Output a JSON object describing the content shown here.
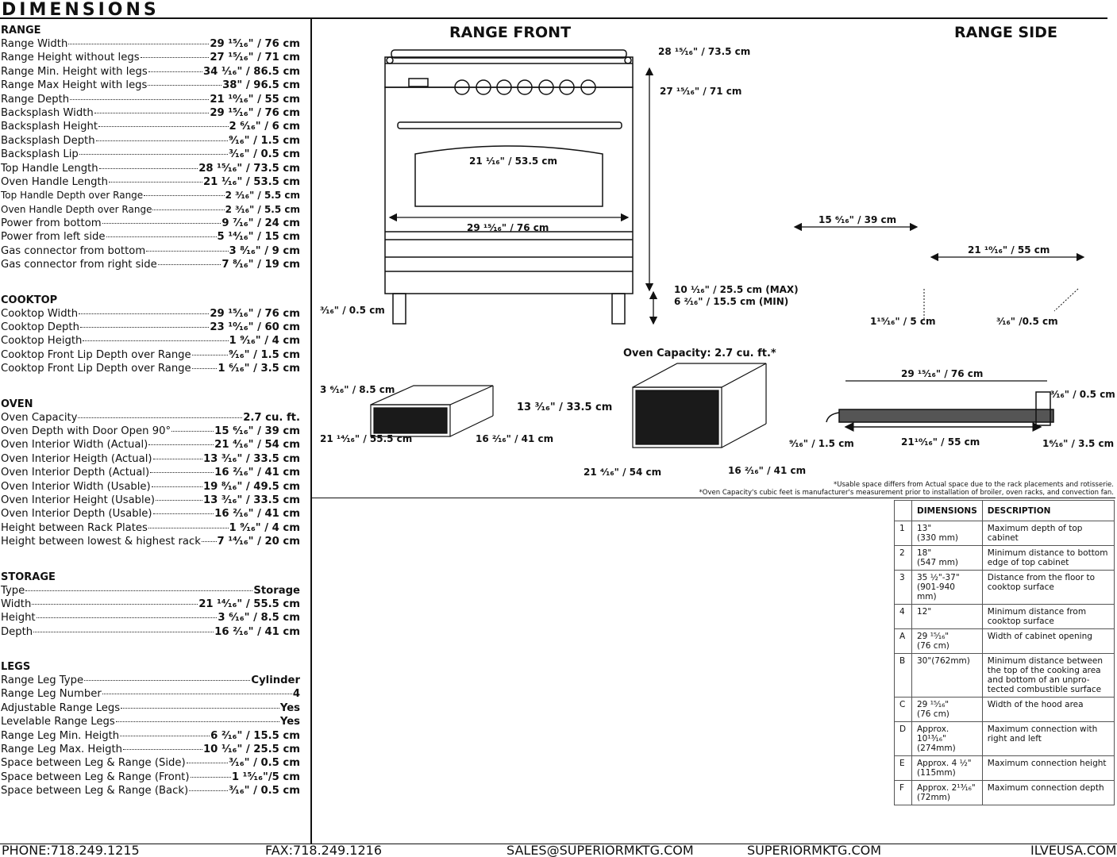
{
  "title": "DIMENSIONS",
  "sections": [
    {
      "title": "RANGE",
      "rows": [
        {
          "label": "Range Width",
          "value": "29 ¹⁵⁄₁₆\" / 76 cm"
        },
        {
          "label": "Range Height without legs",
          "value": "27 ¹⁵⁄₁₆\" / 71 cm"
        },
        {
          "label": "Range Min. Height with legs",
          "value": "34 ¹⁄₁₆\" / 86.5 cm"
        },
        {
          "label": "Range Max Height with legs",
          "value": "38\" / 96.5 cm"
        },
        {
          "label": "Range Depth",
          "value": "21 ¹⁰⁄₁₆\" / 55 cm"
        },
        {
          "label": "Backsplash Width",
          "value": "29 ¹⁵⁄₁₆\" / 76 cm"
        },
        {
          "label": "Backsplash Height",
          "value": "2 ⁶⁄₁₆\" / 6 cm"
        },
        {
          "label": "Backsplash Depth",
          "value": "⁹⁄₁₆\" / 1.5 cm"
        },
        {
          "label": "Backsplash Lip",
          "value": "³⁄₁₆\" / 0.5 cm"
        },
        {
          "label": "Top Handle Length",
          "value": "28 ¹⁵⁄₁₆\" / 73.5 cm"
        },
        {
          "label": "Oven Handle Length",
          "value": "21 ¹⁄₁₆\" / 53.5 cm"
        },
        {
          "label": "Top Handle Depth over Range",
          "value": "2 ³⁄₁₆\" / 5.5 cm",
          "small": true
        },
        {
          "label": "Oven Handle Depth over Range",
          "value": "2 ³⁄₁₆\" / 5.5 cm",
          "small": true
        },
        {
          "label": "Power from bottom",
          "value": "9 ⁷⁄₁₆\" / 24 cm"
        },
        {
          "label": "Power from left side",
          "value": "5 ¹⁴⁄₁₆\" / 15 cm"
        },
        {
          "label": "Gas connector from bottom",
          "value": "3 ⁸⁄₁₆\" / 9 cm"
        },
        {
          "label": "Gas connector from right side",
          "value": "7 ⁸⁄₁₆\" / 19 cm"
        }
      ]
    },
    {
      "title": "COOKTOP",
      "rows": [
        {
          "label": "Cooktop Width",
          "value": "29 ¹⁵⁄₁₆\" / 76 cm"
        },
        {
          "label": "Cooktop Depth",
          "value": "23 ¹⁰⁄₁₆\" / 60 cm"
        },
        {
          "label": "Cooktop Heigth",
          "value": "1 ⁹⁄₁₆\" / 4 cm"
        },
        {
          "label": "Cooktop Front Lip Depth over Range",
          "value": "⁹⁄₁₆\" / 1.5 cm"
        },
        {
          "label": "Cooktop Front Lip Depth over Range",
          "value": "1 ⁶⁄₁₆\" / 3.5 cm"
        }
      ]
    },
    {
      "title": "OVEN",
      "rows": [
        {
          "label": "Oven Capacity",
          "value": "2.7 cu. ft."
        },
        {
          "label": "Oven Depth with Door Open 90°",
          "value": "15 ⁶⁄₁₆\" / 39 cm"
        },
        {
          "label": "Oven Interior Width (Actual)",
          "value": "21 ⁴⁄₁₆\" / 54 cm"
        },
        {
          "label": "Oven Interior Heigth (Actual)",
          "value": "13 ³⁄₁₆\" / 33.5 cm"
        },
        {
          "label": "Oven Interior Depth (Actual)",
          "value": "16 ²⁄₁₆\" / 41 cm"
        },
        {
          "label": "Oven Interior Width (Usable)",
          "value": "19 ⁸⁄₁₆\" / 49.5 cm"
        },
        {
          "label": "Oven Interior Height (Usable)",
          "value": "13 ³⁄₁₆\" / 33.5 cm"
        },
        {
          "label": "Oven Interior Depth (Usable)",
          "value": "16 ²⁄₁₆\" / 41 cm"
        },
        {
          "label": "Height between Rack Plates",
          "value": "1 ⁹⁄₁₆\" / 4 cm"
        },
        {
          "label": " Height between lowest & highest rack",
          "value": "7 ¹⁴⁄₁₆\" / 20 cm"
        }
      ]
    },
    {
      "title": "STORAGE",
      "rows": [
        {
          "label": "Type",
          "value": "Storage"
        },
        {
          "label": "Width",
          "value": "21 ¹⁴⁄₁₆\" / 55.5 cm"
        },
        {
          "label": "Height",
          "value": "3 ⁶⁄₁₆\" / 8.5 cm"
        },
        {
          "label": "Depth",
          "value": "16 ²⁄₁₆\" / 41 cm"
        }
      ]
    },
    {
      "title": "LEGS",
      "rows": [
        {
          "label": "Range Leg Type",
          "value": "Cylinder"
        },
        {
          "label": "Range Leg Number",
          "value": "4"
        },
        {
          "label": "Adjustable Range Legs",
          "value": "Yes"
        },
        {
          "label": "Levelable Range Legs",
          "value": "Yes"
        },
        {
          "label": "Range Leg Min. Heigth",
          "value": "6 ²⁄₁₆\" / 15.5 cm"
        },
        {
          "label": "Range Leg Max. Heigth",
          "value": "10 ¹⁄₁₆\" / 25.5 cm"
        },
        {
          "label": "Space between Leg & Range (Side)",
          "value": "³⁄₁₆\" / 0.5 cm"
        },
        {
          "label": "Space between Leg & Range (Front)",
          "value": "1 ¹⁵⁄₁₆\"/5 cm"
        },
        {
          "label": "Space between Leg & Range (Back)",
          "value": "³⁄₁₆\" / 0.5 cm"
        }
      ]
    }
  ],
  "diagram": {
    "range_front_heading": "RANGE FRONT",
    "range_side_heading": "RANGE SIDE",
    "oven_capacity_label": "Oven Capacity: 2.7 cu. ft.*",
    "labels": {
      "top_handle": "28 ¹⁵⁄₁₆\" / 73.5 cm",
      "height": "27 ¹⁵⁄₁₆\" / 71 cm",
      "oven_handle": "21 ¹⁄₁₆\" / 53.5 cm",
      "width": "29 ¹⁵⁄₁₆\" / 76 cm",
      "leg_max": "10 ¹⁄₁₆\" / 25.5 cm (MAX)",
      "leg_min": "6 ²⁄₁₆\" / 15.5 cm (MIN)",
      "leg_gap_front": "³⁄₁₆\" / 0.5 cm",
      "side_door": "15 ⁶⁄₁₆\" / 39 cm",
      "side_depth": "21 ¹⁰⁄₁₆\" / 55 cm",
      "side_leg": "1¹⁵⁄₁₆\" / 5 cm",
      "side_back": "³⁄₁₆\" /0.5 cm",
      "storage_h": "3 ⁶⁄₁₆\" / 8.5 cm",
      "storage_w": "21 ¹⁴⁄₁₆\" / 55.5 cm",
      "storage_d": "16 ²⁄₁₆\" / 41 cm",
      "oven_h": "13 ³⁄₁₆\" / 33.5 cm",
      "oven_w": "21 ⁴⁄₁₆\" / 54 cm",
      "oven_d": "16 ²⁄₁₆\" / 41 cm",
      "top_width": "29 ¹⁵⁄₁₆\" / 76 cm",
      "top_lip": "³⁄₁₆\" / 0.5 cm",
      "top_front": "⁹⁄₁₆\" / 1.5 cm",
      "top_depth": "21¹⁰⁄₁₆\" / 55 cm",
      "top_back": "1⁶⁄₁₆\" / 3.5 cm"
    },
    "note1": "*Usable space differs from Actual space due to the rack placements and rotisserie.",
    "note2": "*Oven Capacity's cubic feet is manufacturer's measurement prior to installation of broiler, oven racks, and convection fan."
  },
  "table": {
    "headers": [
      "",
      "DIMENSIONS",
      "DESCRIPTION"
    ],
    "rows": [
      {
        "id": "1",
        "dim": "13\"\n(330 mm)",
        "desc": "Maximum depth of top cabinet"
      },
      {
        "id": "2",
        "dim": "18\"\n(547 mm)",
        "desc": "Minimum distance to bottom edge of top cabinet"
      },
      {
        "id": "3",
        "dim": "35 ½\"-37\"\n(901-940 mm)",
        "desc": "Distance from the floor to cooktop surface"
      },
      {
        "id": "4",
        "dim": "12\"",
        "desc": "Minimum distance from cooktop surface"
      },
      {
        "id": "A",
        "dim": "29 ¹⁵⁄₁₆\"\n(76 cm)",
        "desc": "Width of cabinet opening"
      },
      {
        "id": "B",
        "dim": "30\"(762mm)",
        "desc": "Minimum distance between the top of the cooking area and bottom of an unpro-tected combustible surface"
      },
      {
        "id": "C",
        "dim": "29 ¹⁵⁄₁₆\"\n(76 cm)",
        "desc": "Width of the hood area"
      },
      {
        "id": "D",
        "dim": "Approx.\n10¹³⁄₁₆\"\n(274mm)",
        "desc": "Maximum connection with right and left"
      },
      {
        "id": "E",
        "dim": "Approx. 4 ½\"\n(115mm)",
        "desc": "Maximum connection height"
      },
      {
        "id": "F",
        "dim": "Approx. 2¹³⁄₁₆\"\n(72mm)",
        "desc": "Maximum connection depth"
      }
    ]
  },
  "footer": {
    "phone": "PHONE:718.249.1215",
    "fax": "FAX:718.249.1216",
    "email": "SALES@SUPERIORMKTG.COM",
    "site1": "SUPERIORMKTG.COM",
    "site2": "ILVEUSA.COM"
  },
  "colors": {
    "ink": "#111111",
    "panel": "#1a1a1a"
  }
}
